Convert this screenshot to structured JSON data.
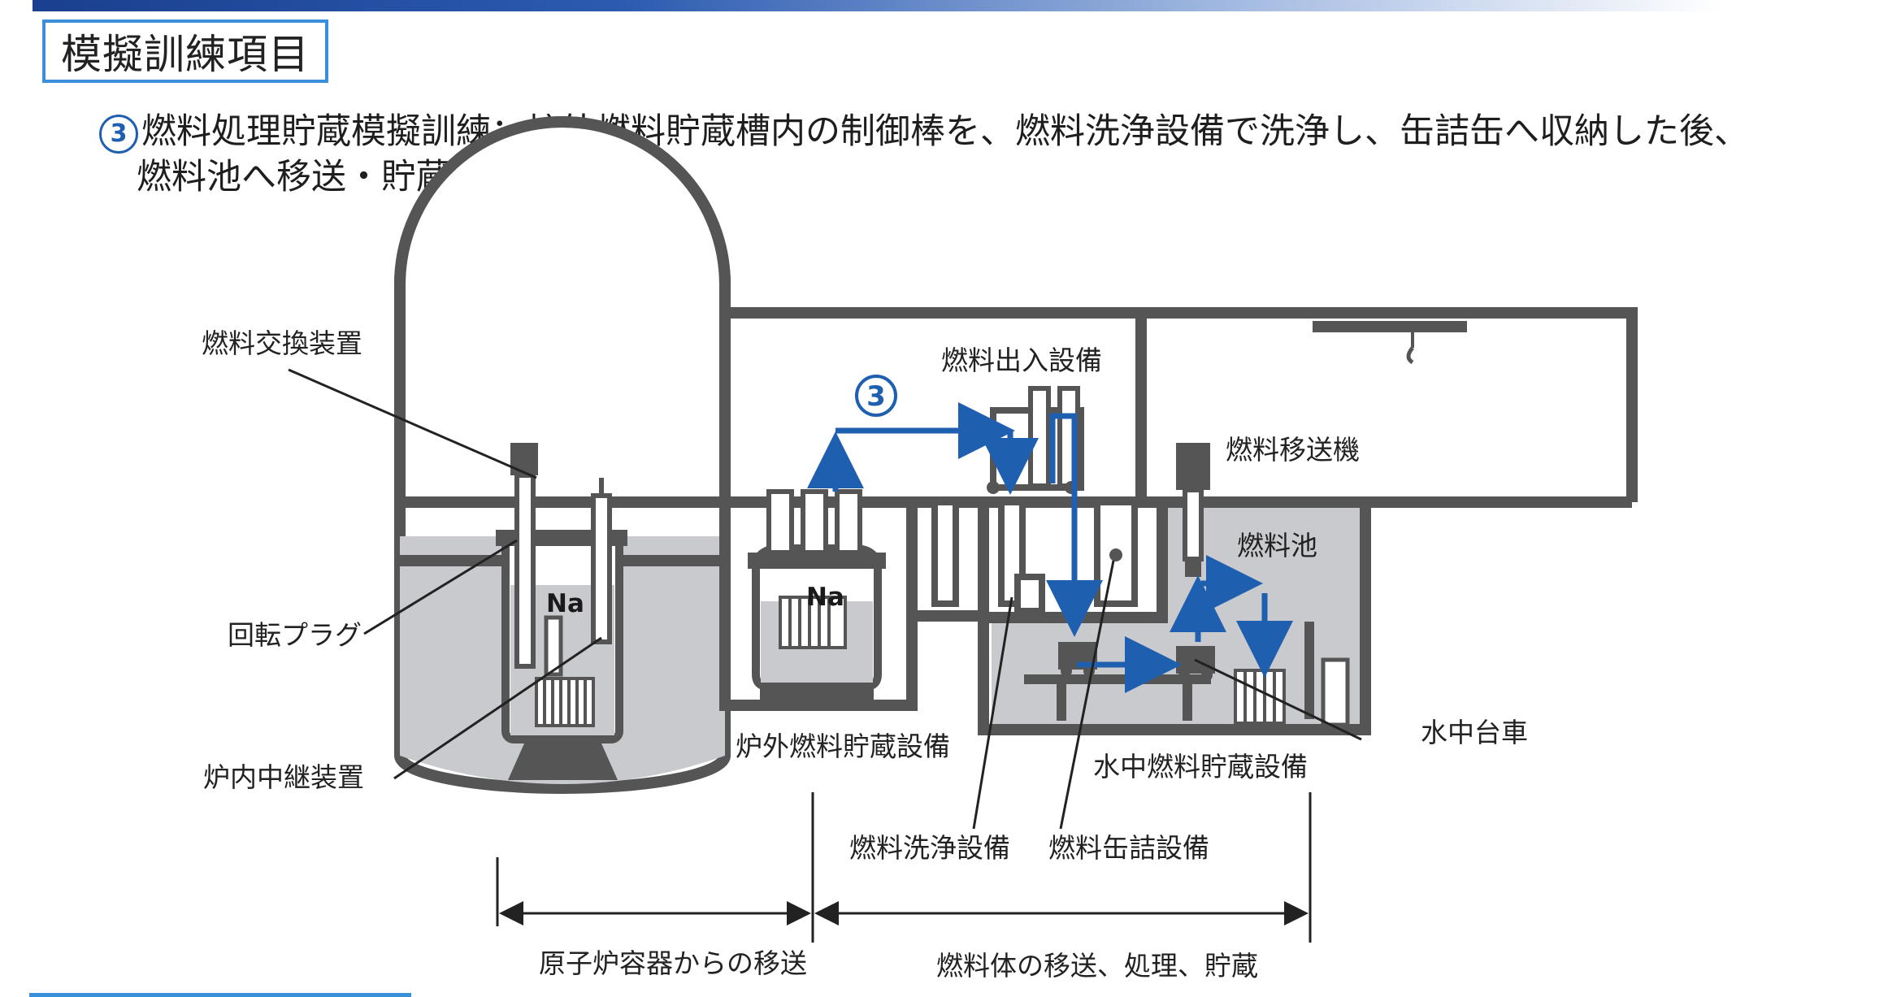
{
  "header": {
    "title": "模擬訓練項目"
  },
  "description": {
    "number": "3",
    "line1": "燃料処理貯蔵模擬訓練：炉外燃料貯蔵槽内の制御棒を、燃料洗浄設備で洗浄し、缶詰缶へ収納した後、",
    "line2": "燃料池へ移送・貯蔵"
  },
  "diagram": {
    "labels": {
      "fuel_exchange": "燃料交換装置",
      "rotating_plug": "回転プラグ",
      "in_core_relay": "炉内中継装置",
      "fuel_inout": "燃料出入設備",
      "fuel_transfer_machine": "燃料移送機",
      "fuel_pool": "燃料池",
      "ex_vessel_storage": "炉外燃料貯蔵設備",
      "underwater_storage": "水中燃料貯蔵設備",
      "underwater_cart": "水中台車",
      "fuel_washing": "燃料洗浄設備",
      "fuel_canning": "燃料缶詰設備",
      "na_reactor": "Na",
      "na_storage": "Na",
      "route_number": "3"
    },
    "spans": {
      "left": "原子炉容器からの移送",
      "right": "燃料体の移送、処理、貯蔵"
    }
  },
  "colors": {
    "arrow_blue": "#1f5fb0",
    "frame_gray": "#555555",
    "fill_gray": "#c9cacd",
    "title_border": "#3a8fd8"
  }
}
